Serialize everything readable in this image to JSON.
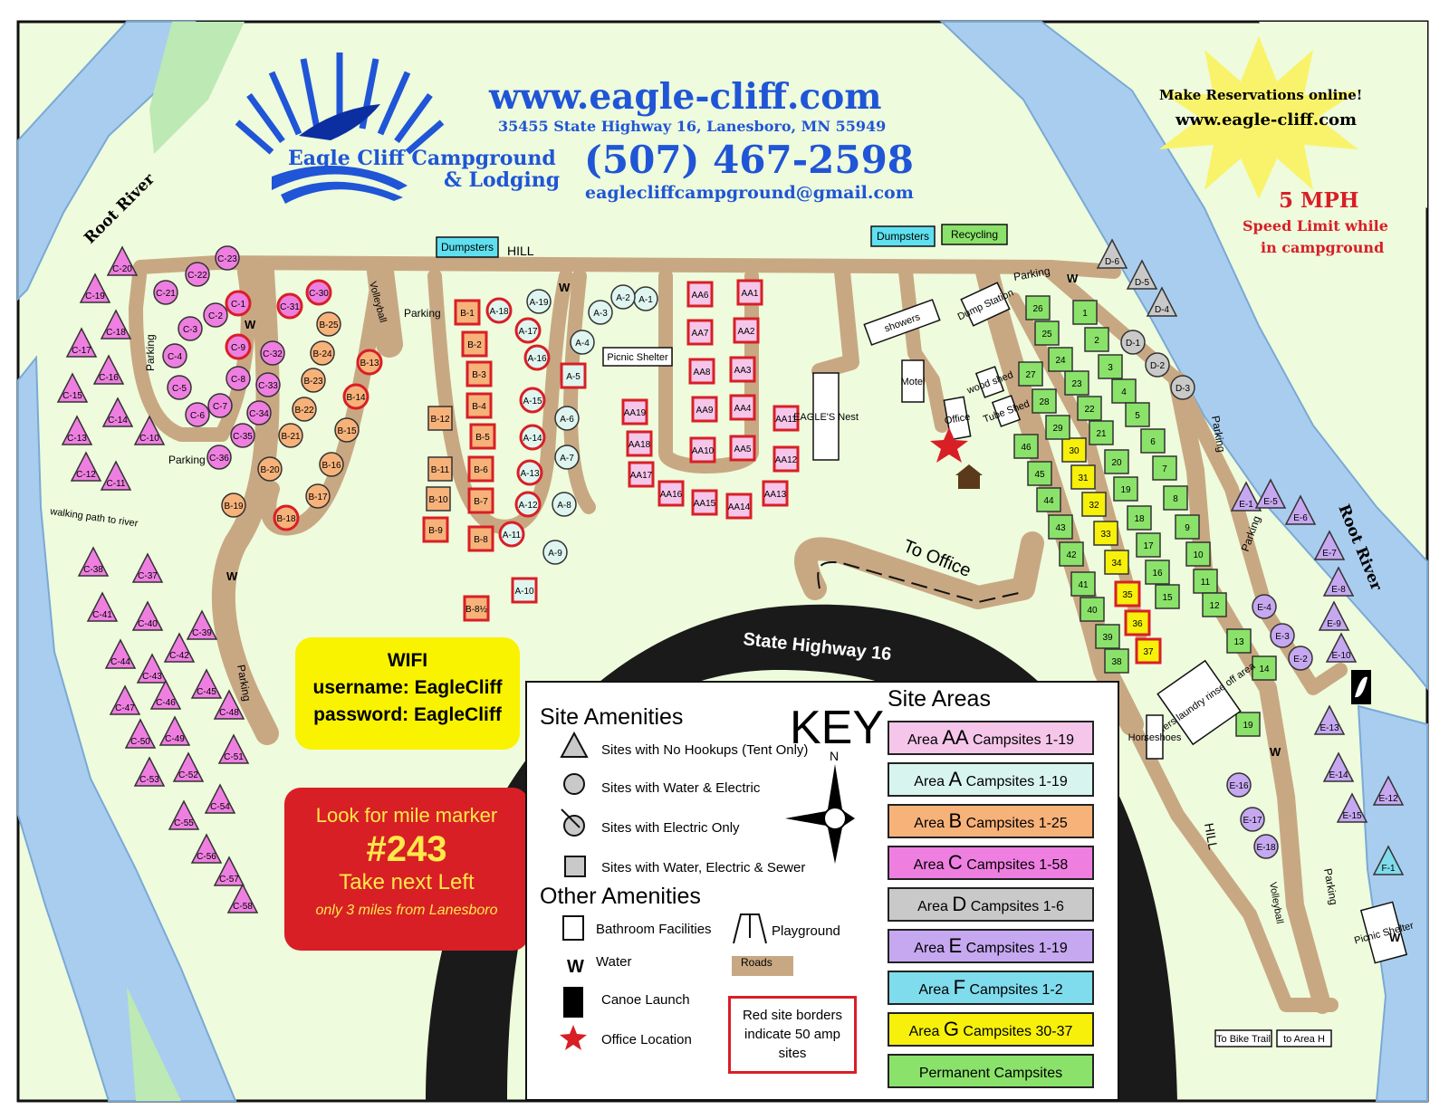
{
  "header": {
    "url": "www.eagle-cliff.com",
    "address": "35455 State Highway 16, Lanesboro, MN 55949",
    "phone": "(507) 467-2598",
    "email": "eaglecliffcampground@gmail.com",
    "logo_line1": "Eagle Cliff Campground",
    "logo_line2": "& Lodging"
  },
  "reservations": {
    "line1": "Make Reservations online!",
    "line2": "www.eagle-cliff.com"
  },
  "speed": {
    "title": "5 MPH",
    "line1": "Speed Limit while",
    "line2": "in campground"
  },
  "wifi": {
    "title": "WIFI",
    "username": "username: EagleCliff",
    "password": "password: EagleCliff"
  },
  "mile_marker": {
    "line1": "Look for mile marker",
    "number": "#243",
    "line2": "Take next Left",
    "line3": "only 3 miles from Lanesboro"
  },
  "labels": {
    "root_river_left": "Root River",
    "root_river_right": "Root River",
    "highway": "State Highway 16",
    "to_office": "To Office",
    "walking_path": "walking path to river",
    "dumpsters": "Dumpsters",
    "recycling": "Recycling",
    "hill": "HILL",
    "parking": "Parking",
    "volleyball": "Volleyball",
    "picnic_shelter": "Picnic Shelter",
    "eagles_nest": "EAGLE'S Nest",
    "showers": "showers",
    "motel": "Motel",
    "office": "Office",
    "wood_shed": "wood shed",
    "tube_shed": "Tube Shed",
    "dump_station": "Dump Station",
    "showers_laundry": "showers laundry rinse off area",
    "horseshoes": "Horseshoes",
    "to_bike_trail": "To Bike Trail",
    "to_area_h": "to Area H",
    "water": "W"
  },
  "key": {
    "title": "KEY",
    "site_amenities_title": "Site Amenities",
    "amenities": [
      "Sites with No Hookups (Tent Only)",
      "Sites with Water & Electric",
      "Sites with Electric Only",
      "Sites with Water, Electric & Sewer"
    ],
    "other_amenities_title": "Other Amenities",
    "other": [
      "Bathroom Facilities",
      "Water",
      "Canoe Launch",
      "Office Location",
      "Playground",
      "Roads"
    ],
    "red_note": "Red site borders indicate 50 amp sites",
    "north": "N"
  },
  "site_areas": {
    "title": "Site Areas",
    "rows": [
      {
        "pre": "Area ",
        "letter": "AA",
        "post": " Campsites 1-19",
        "color": "#f5c6ea"
      },
      {
        "pre": "Area ",
        "letter": "A",
        "post": " Campsites 1-19",
        "color": "#d8f4ee"
      },
      {
        "pre": "Area ",
        "letter": "B",
        "post": " Campsites 1-25",
        "color": "#f7b27a"
      },
      {
        "pre": "Area ",
        "letter": "C",
        "post": " Campsites 1-58",
        "color": "#ee7fe0"
      },
      {
        "pre": "Area ",
        "letter": "D",
        "post": " Campsites 1-6",
        "color": "#c9c9c9"
      },
      {
        "pre": "Area ",
        "letter": "E",
        "post": " Campsites 1-19",
        "color": "#c5a8f0"
      },
      {
        "pre": "Area ",
        "letter": "F",
        "post": " Campsites 1-2",
        "color": "#7fdcec"
      },
      {
        "pre": "Area ",
        "letter": "G",
        "post": " Campsites 30-37",
        "color": "#f6f00a"
      },
      {
        "pre": "",
        "letter": "",
        "post": "Permanent Campsites",
        "color": "#8ae26a"
      }
    ]
  },
  "colors": {
    "background": "#eefbdc",
    "river": "#a9cdee",
    "road": "#c8a883",
    "highway": "#222222",
    "aa": "#f5c6ea",
    "a": "#dff5f0",
    "b": "#f7b27a",
    "c": "#ee7fe0",
    "d": "#c9c9c9",
    "e": "#c5a8f0",
    "f": "#7fdcec",
    "g": "#f6f00a",
    "permanent": "#8ae26a",
    "red_border": "#d81f26",
    "blue_text": "#1f55d6"
  },
  "sites": {
    "C": [
      "C-1",
      "C-2",
      "C-3",
      "C-4",
      "C-5",
      "C-6",
      "C-7",
      "C-8",
      "C-9",
      "C-10",
      "C-11",
      "C-12",
      "C-13",
      "C-14",
      "C-15",
      "C-16",
      "C-17",
      "C-18",
      "C-19",
      "C-20",
      "C-21",
      "C-22",
      "C-23",
      "C-30",
      "C-31",
      "C-32",
      "C-33",
      "C-34",
      "C-35",
      "C-36",
      "C-37",
      "C-38",
      "C-39",
      "C-40",
      "C-41",
      "C-42",
      "C-43",
      "C-44",
      "C-45",
      "C-46",
      "C-47",
      "C-48",
      "C-49",
      "C-50",
      "C-51",
      "C-52",
      "C-53",
      "C-54",
      "C-55",
      "C-56",
      "C-57",
      "C-58"
    ],
    "B": [
      "B-1",
      "B-2",
      "B-3",
      "B-4",
      "B-5",
      "B-6",
      "B-7",
      "B-8",
      "B-8½",
      "B-9",
      "B-10",
      "B-11",
      "B-12",
      "B-13",
      "B-14",
      "B-15",
      "B-16",
      "B-17",
      "B-18",
      "B-19",
      "B-20",
      "B-21",
      "B-22",
      "B-23",
      "B-24",
      "B-25"
    ],
    "A": [
      "A-1",
      "A-2",
      "A-3",
      "A-4",
      "A-5",
      "A-6",
      "A-7",
      "A-8",
      "A-9",
      "A-10",
      "A-11",
      "A-12",
      "A-13",
      "A-14",
      "A-15",
      "A-16",
      "A-17",
      "A-18",
      "A-19"
    ],
    "AA": [
      "AA1",
      "AA2",
      "AA3",
      "AA4",
      "AA5",
      "AA6",
      "AA7",
      "AA8",
      "AA9",
      "AA10",
      "AA11",
      "AA12",
      "AA13",
      "AA14",
      "AA15",
      "AA16",
      "AA17",
      "AA18",
      "AA19"
    ],
    "D": [
      "D-1",
      "D-2",
      "D-3",
      "D-4",
      "D-5",
      "D-6"
    ],
    "E": [
      "E-1",
      "E-2",
      "E-3",
      "E-4",
      "E-5",
      "E-6",
      "E-7",
      "E-8",
      "E-9",
      "E-10",
      "E-12",
      "E-13",
      "E-14",
      "E-15",
      "E-16",
      "E-17",
      "E-18"
    ],
    "F": [
      "F-1"
    ],
    "G": [
      "30",
      "31",
      "32",
      "33",
      "34",
      "35",
      "36",
      "37"
    ],
    "P": [
      "1",
      "2",
      "3",
      "4",
      "5",
      "6",
      "7",
      "8",
      "9",
      "10",
      "11",
      "12",
      "13",
      "14",
      "15",
      "16",
      "17",
      "18",
      "19",
      "20",
      "21",
      "22",
      "23",
      "24",
      "25",
      "26",
      "27",
      "28",
      "29",
      "38",
      "39",
      "40",
      "41",
      "42",
      "43",
      "44",
      "45",
      "46"
    ]
  }
}
